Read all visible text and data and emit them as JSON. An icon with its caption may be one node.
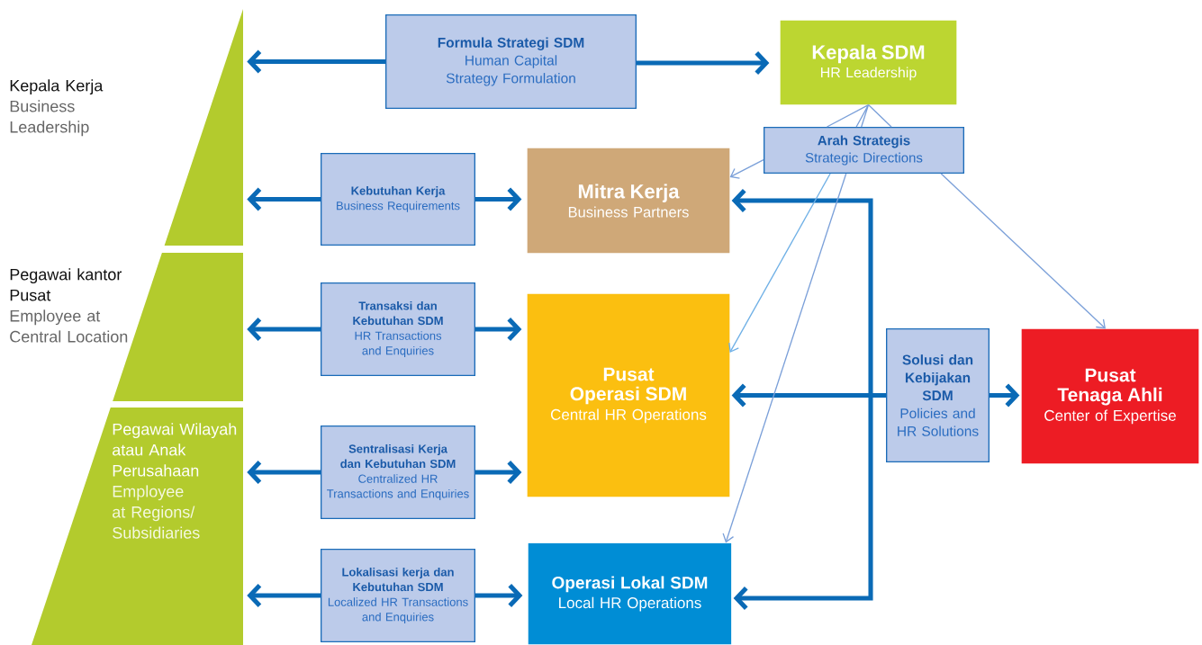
{
  "diagram": {
    "nodes": [
      {
        "text": [
          "Kepala Kerja",
          "Business Leadership"
        ]
      },
      {
        "text": [
          "Pegawai kantor Pusat",
          "Employee at Central Location"
        ]
      },
      {
        "text": [
          "Pegawai Wilayah atau Anak Perusahaan",
          "Employee at Regions/ Subsidiaries"
        ]
      },
      {
        "text": [
          "Formula Strategi SDM",
          "Human Capital Strategy Formulation"
        ]
      },
      {
        "text": [
          "Kepala SDM",
          "HR Leadership"
        ]
      },
      {
        "text": [
          "Arah Strategis",
          "Strategic Directions"
        ]
      },
      {
        "text": [
          "Kebutuhan Kerja",
          "Business Requirements"
        ]
      },
      {
        "text": [
          "Mitra Kerja",
          "Business Partners"
        ]
      },
      {
        "text": [
          "Transaksi dan Kebutuhan SDM",
          "HR Transactions and Enquiries"
        ]
      },
      {
        "text": [
          "Pusat Operasi SDM",
          "Central HR Operations"
        ]
      },
      {
        "text": [
          "Solusi dan Kebijakan SDM",
          "Policies and HR Solutions"
        ]
      },
      {
        "text": [
          "Pusat Tenaga Ahli",
          "Center of Expertise"
        ]
      },
      {
        "text": [
          "Sentralisasi Kerja dan Kebutuhan SDM",
          "Centralized HR Transactions and Enquiries"
        ]
      },
      {
        "text": [
          "Lokalisasi kerja dan Kebutuhan SDM",
          "Localized HR Transactions and Enquiries"
        ]
      },
      {
        "text": [
          "Operasi Lokal SDM",
          "Local HR Operations"
        ]
      }
    ],
    "edges": [
      {
        "from": 3,
        "to": 0,
        "arrow": "to"
      },
      {
        "from": 3,
        "to": 4,
        "arrow": "to"
      },
      {
        "from": 6,
        "to": 0,
        "arrow": "to"
      },
      {
        "from": 6,
        "to": 7,
        "arrow": "to"
      },
      {
        "from": 8,
        "to": 1,
        "arrow": "to"
      },
      {
        "from": 8,
        "to": 9,
        "arrow": "to"
      },
      {
        "from": 12,
        "to": 2,
        "arrow": "to"
      },
      {
        "from": 12,
        "to": 9,
        "arrow": "to"
      },
      {
        "from": 13,
        "to": 2,
        "arrow": "to"
      },
      {
        "from": 13,
        "to": 14,
        "arrow": "to"
      },
      {
        "from": 10,
        "to": 11,
        "arrow": "to"
      },
      {
        "from": 10,
        "to": 9,
        "arrow": "to"
      },
      {
        "from": 10,
        "to": 7,
        "arrow": "to"
      },
      {
        "from": 10,
        "to": 14,
        "arrow": "to"
      },
      {
        "from": 5,
        "to": 7,
        "arrow": "to",
        "color": "#7ba0d9"
      },
      {
        "from": 5,
        "to": 9,
        "arrow": "to",
        "color": "#6fb0e6"
      },
      {
        "from": 5,
        "to": 14,
        "arrow": "to",
        "color": "#7ba0d9"
      },
      {
        "from": 5,
        "to": 11,
        "arrow": "to",
        "color": "#7ba0d9"
      },
      {
        "from": 4,
        "to": 5,
        "arrow": "none",
        "color": "#7ba0d9"
      }
    ]
  }
}
